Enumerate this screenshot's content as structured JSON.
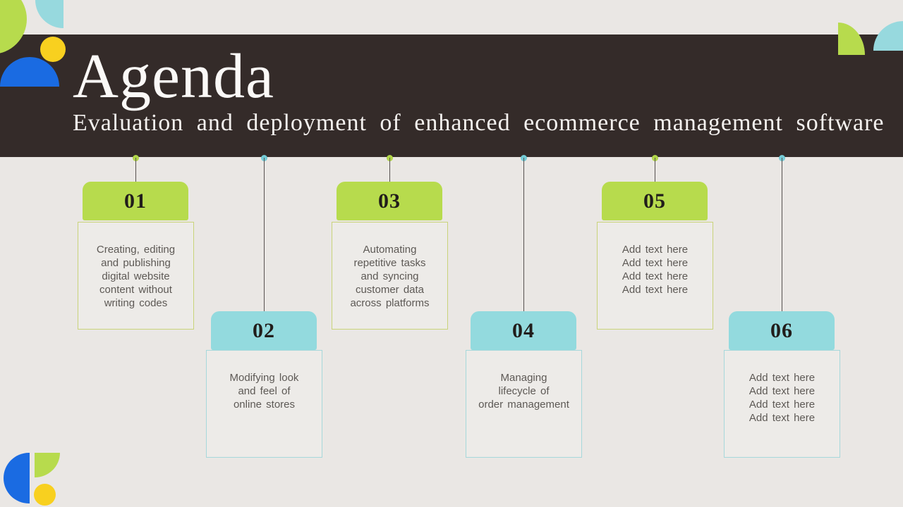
{
  "header": {
    "title": "Agenda",
    "subtitle": "Evaluation and deployment of enhanced ecommerce management software"
  },
  "items": [
    {
      "number": "01",
      "accent": "green",
      "lines": [
        "Creating, editing",
        "and publishing",
        "digital website",
        "content without",
        "writing codes"
      ]
    },
    {
      "number": "02",
      "accent": "cyan",
      "lines": [
        "Modifying look",
        "and feel of",
        "online stores"
      ]
    },
    {
      "number": "03",
      "accent": "green",
      "lines": [
        "Automating",
        "repetitive tasks",
        "and syncing",
        "customer data",
        "across platforms"
      ]
    },
    {
      "number": "04",
      "accent": "cyan",
      "lines": [
        "Managing",
        "lifecycle of",
        "order management"
      ]
    },
    {
      "number": "05",
      "accent": "green",
      "lines": [
        "Add text here",
        "Add text here",
        "Add text here",
        "Add text here"
      ]
    },
    {
      "number": "06",
      "accent": "cyan",
      "lines": [
        "Add text here",
        "Add text here",
        "Add text here",
        "Add text here"
      ]
    }
  ],
  "palette": {
    "background": "#eae7e4",
    "header_bar": "#342b29",
    "header_text": "#fbf9f7",
    "accent_green": "#b7db4d",
    "accent_cyan": "#93dade",
    "accent_yellow": "#f8d01f",
    "accent_blue": "#1a6be2",
    "box_fill": "#edebe8",
    "box_border_green": "#c9d37a",
    "box_border_cyan": "#a6d8db",
    "body_text": "#5d5955",
    "number_text": "#211d1b",
    "connector_line": "#575250"
  }
}
